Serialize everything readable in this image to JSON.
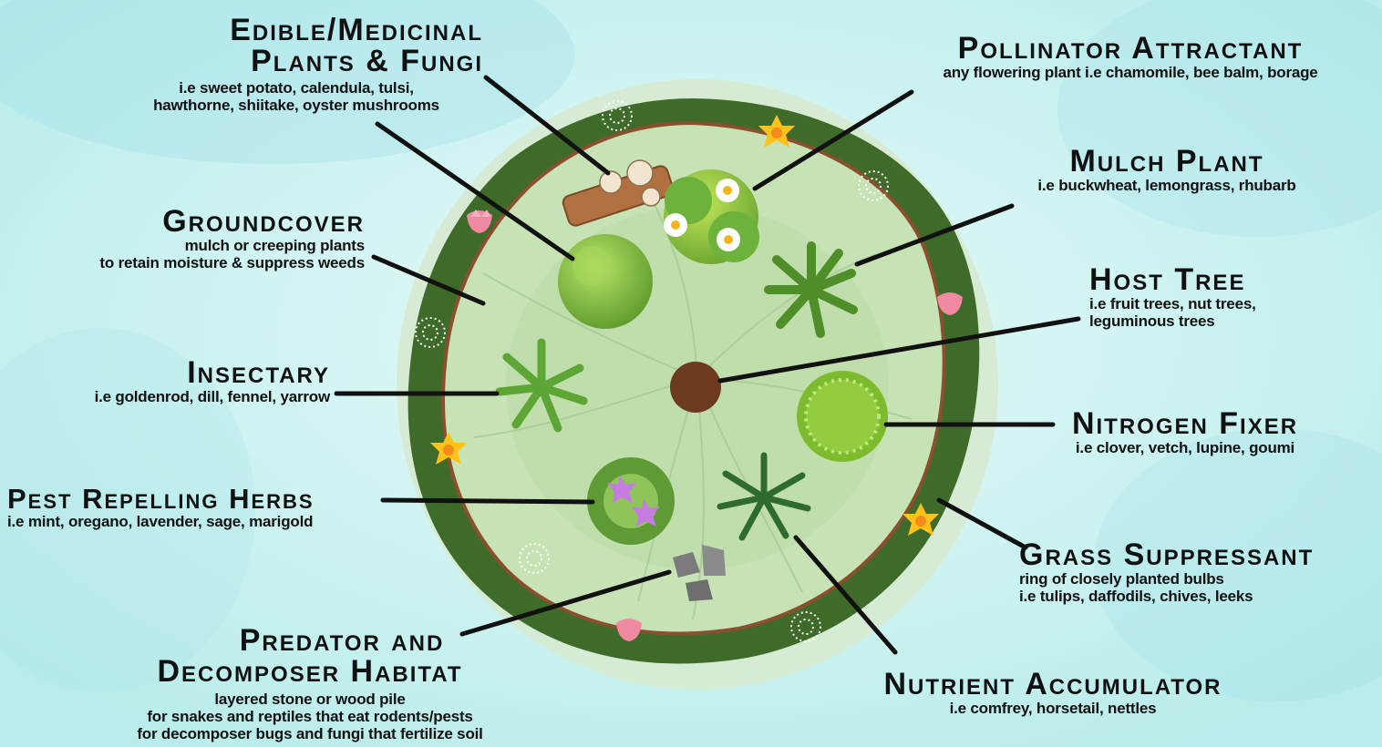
{
  "labels": {
    "edible": {
      "title_line1": "Edible/Medicinal",
      "title_line2": "Plants & Fungi",
      "desc_line1": "i.e sweet potato, calendula, tulsi,",
      "desc_line2": "hawthorne, shiitake, oyster mushrooms"
    },
    "groundcover": {
      "title": "Groundcover",
      "desc_line1": "mulch or creeping plants",
      "desc_line2": "to retain moisture & suppress weeds"
    },
    "insectary": {
      "title": "Insectary",
      "desc_line1": "i.e goldenrod, dill, fennel, yarrow"
    },
    "pest": {
      "title": "Pest Repelling Herbs",
      "desc_line1": "i.e mint, oregano, lavender, sage, marigold"
    },
    "predator": {
      "title_line1": "Predator and",
      "title_line2": "Decomposer Habitat",
      "desc_line1": "layered stone or wood pile",
      "desc_line2": "for snakes and reptiles that eat rodents/pests",
      "desc_line3": "for decomposer bugs and fungi that fertilize soil"
    },
    "pollinator": {
      "title": "Pollinator Attractant",
      "desc_line1": "any flowering plant i.e chamomile, bee balm, borage"
    },
    "mulch": {
      "title": "Mulch Plant",
      "desc_line1": "i.e buckwheat, lemongrass, rhubarb"
    },
    "host": {
      "title": "Host Tree",
      "desc_line1": "i.e fruit trees, nut trees,",
      "desc_line2": "leguminous trees"
    },
    "nitrogen": {
      "title": "Nitrogen Fixer",
      "desc_line1": "i.e clover, vetch, lupine, goumi"
    },
    "grass": {
      "title": "Grass Suppressant",
      "desc_line1": "ring of closely planted bulbs",
      "desc_line2": "i.e tulips, daffodils, chives, leeks"
    },
    "nutrient": {
      "title": "Nutrient Accumulator",
      "desc_line1": "i.e comfrey, horsetail, nettles"
    }
  },
  "colors": {
    "background": "#c8f3f1",
    "ring_dark": "#3f6b2a",
    "inner_light": "#c4e2b3",
    "grass_fringe": "#d9ead0",
    "host_tree": "#6b3a1f",
    "leader_line": "#111111"
  }
}
